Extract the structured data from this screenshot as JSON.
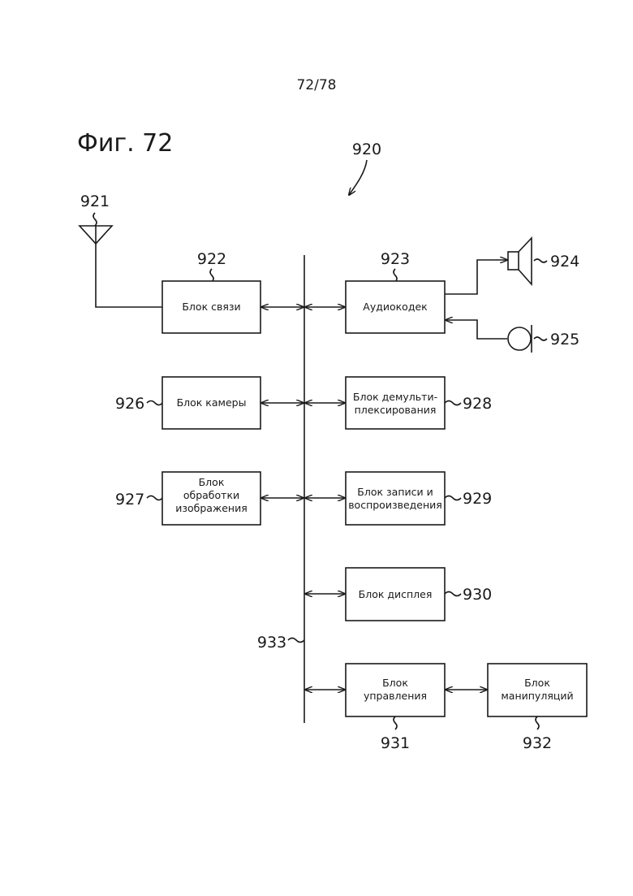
{
  "page_number": "72/78",
  "figure_title": "Фиг. 72",
  "refs": {
    "device": "920",
    "antenna": "921",
    "comm_unit": "922",
    "audio_codec": "923",
    "speaker": "924",
    "microphone": "925",
    "camera": "926",
    "image_proc": "927",
    "demux": "928",
    "rec_play": "929",
    "display": "930",
    "control": "931",
    "manip": "932",
    "bus": "933"
  },
  "blocks": {
    "comm_unit": [
      "Блок связи"
    ],
    "audio_codec": [
      "Аудиокодек"
    ],
    "camera": [
      "Блок камеры"
    ],
    "demux": [
      "Блок демульти-",
      "плексирования"
    ],
    "image_proc": [
      "Блок",
      "обработки",
      "изображения"
    ],
    "rec_play": [
      "Блок записи и",
      "воспроизведения"
    ],
    "display": [
      "Блок дисплея"
    ],
    "control": [
      "Блок",
      "управления"
    ],
    "manip": [
      "Блок",
      "манипуляций"
    ]
  }
}
